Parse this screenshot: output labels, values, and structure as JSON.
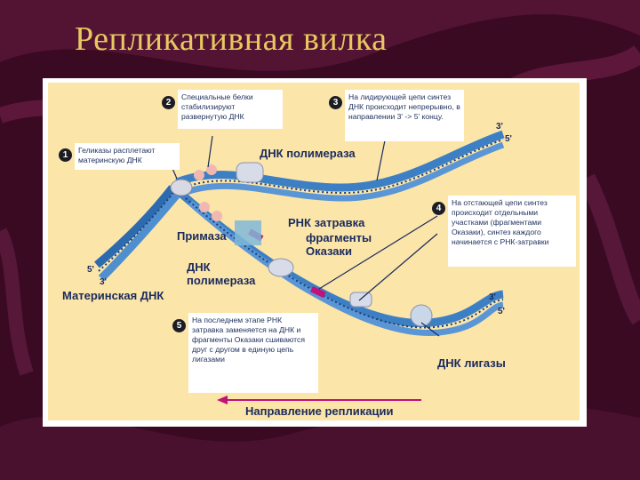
{
  "slide": {
    "title": "Репликативная вилка"
  },
  "colors": {
    "background": "#3a0a22",
    "title": "#e8c860",
    "diagram_bg": "#fbe5a9",
    "dna": "#3d7fc4",
    "primer": "#c0127a"
  },
  "callouts": [
    {
      "number": "1",
      "text": "Геликазы расплетают материнскую ДНК"
    },
    {
      "number": "2",
      "text": "Специальные белки стабилизируют развернутую ДНК"
    },
    {
      "number": "3",
      "text": "На лидирующей цепи синтез ДНК происходит непрерывно, в направлении 3' -> 5' концу."
    },
    {
      "number": "4",
      "text": "На отстающей цепи синтез происходит отдельными участками (фрагментами Оказаки), синтез каждого начинается с РНК-затравки"
    },
    {
      "number": "5",
      "text": "На последнем этапе РНК затравка заменяется на ДНК и фрагменты Оказаки сшиваются друг с другом в единую цепь лигазами"
    }
  ],
  "labels": {
    "polymerase_top": "ДНК полимераза",
    "primase": "Примаза",
    "rna_primer": "РНК затравка",
    "okazaki": "фрагменты\nОказаки",
    "polymerase_bottom": "ДНК\nполимераза",
    "parent_dna": "Материнская ДНК",
    "ligase": "ДНК лигазы",
    "direction": "Направление репликации"
  },
  "strand_ends": {
    "left_5": "5'",
    "left_3": "3'",
    "top_3": "3'",
    "top_5": "5'",
    "bottom_3": "3'",
    "bottom_5": "5'"
  }
}
